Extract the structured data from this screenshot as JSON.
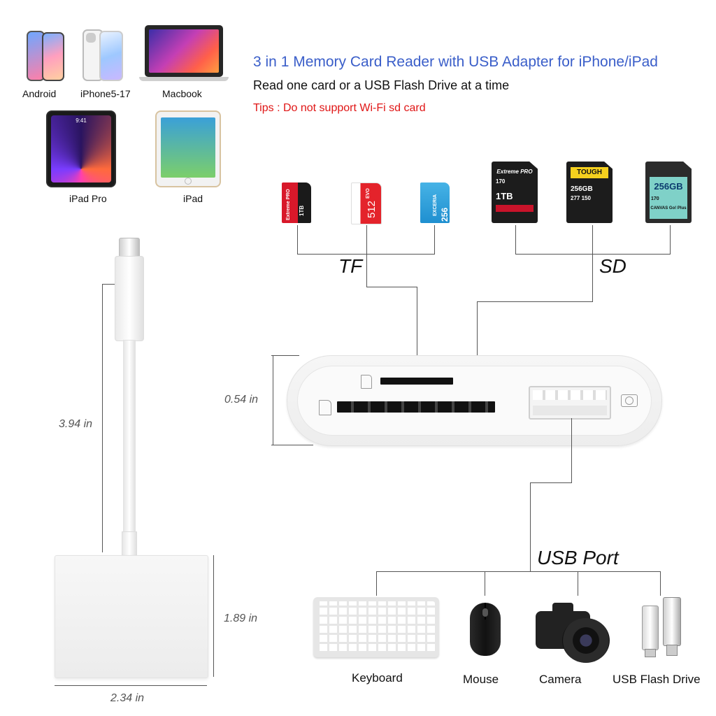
{
  "header": {
    "title": "3 in 1 Memory Card Reader with USB Adapter for iPhone/iPad",
    "subtitle": "Read one card or a USB Flash Drive at a time",
    "tips": "Tips : Do not support Wi-Fi sd card"
  },
  "compat": {
    "android": "Android",
    "iphone": "iPhone5-17",
    "macbook": "Macbook",
    "ipadpro": "iPad Pro",
    "ipad": "iPad",
    "ipad_time": "9:41"
  },
  "cards": {
    "tf_group_label": "TF",
    "sd_group_label": "SD",
    "tf1": {
      "brand": "Extreme PRO",
      "cap": "1TB"
    },
    "tf2": {
      "brand": "EVO",
      "cap": "512"
    },
    "tf3": {
      "brand": "EXCERIA",
      "cap": "256"
    },
    "sd1": {
      "brand": "Extreme PRO",
      "speed": "170",
      "cap": "1TB"
    },
    "sd2": {
      "brand": "TOUGH",
      "cap": "256GB",
      "speed": "277",
      "speed2": "150"
    },
    "sd3": {
      "cap": "256GB",
      "speed": "170",
      "brand": "CANVAS Go! Plus"
    }
  },
  "dimensions": {
    "cable_length": "3.94 in",
    "reader_thickness": "0.54 in",
    "body_height": "1.89 in",
    "body_width": "2.34 in"
  },
  "usb": {
    "port_label": "USB Port",
    "devices": [
      "Keyboard",
      "Mouse",
      "Camera",
      "USB Flash Drive"
    ]
  },
  "colors": {
    "title_blue": "#3a5ec9",
    "tips_red": "#e01515"
  }
}
